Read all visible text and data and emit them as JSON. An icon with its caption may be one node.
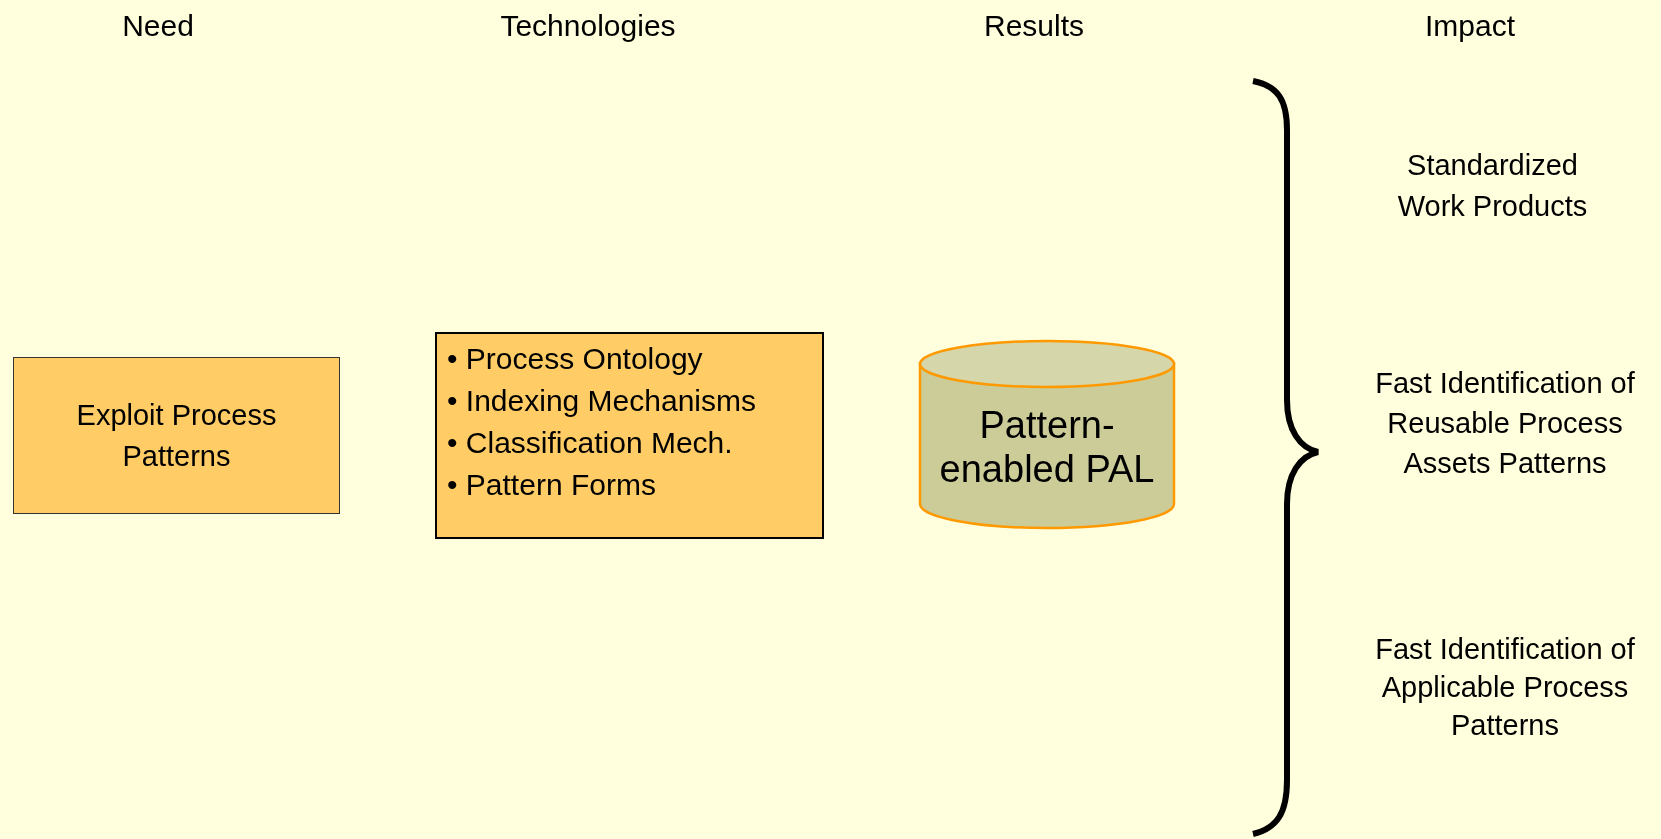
{
  "diagram": {
    "nodes": [
      {
        "text": [
          "Exploit Process Patterns"
        ]
      },
      {
        "text": [
          "• Process Ontology",
          "• Indexing Mechanisms",
          "• Classification Mech.",
          "• Pattern Forms"
        ]
      },
      {
        "text": [
          "Pattern-enabled PAL"
        ]
      }
    ],
    "labels": [
      "Need",
      "Technologies",
      "Results",
      "Impact",
      "Standardized Work Products",
      "Fast Identification of Reusable Process Assets Patterns",
      "Fast Identification of Applicable Process Patterns"
    ]
  }
}
